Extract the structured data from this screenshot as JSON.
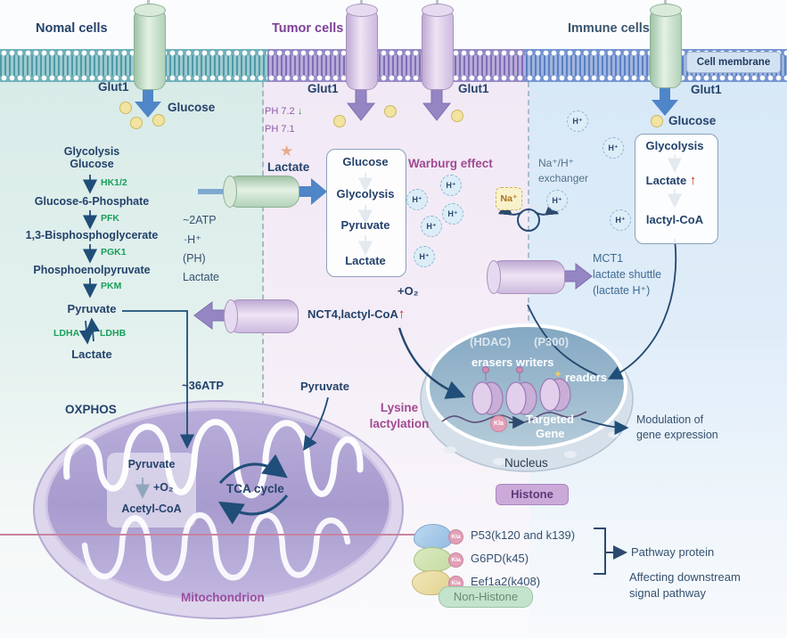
{
  "shared": {
    "glut1": "Glut1",
    "glucose": "Glucose",
    "lactate": "Lactate",
    "pyruvate": "Pyruvate",
    "hplus": "H⁺",
    "na": "Na⁺"
  },
  "icons": {
    "up_arrow": "↑",
    "down_arrow": "↓",
    "star": "★",
    "sparkle": "✦"
  },
  "headers": {
    "normal": "Nomal cells",
    "tumor": "Tumor cells",
    "immune": "Immune cells",
    "membrane": "Cell membrane"
  },
  "normal": {
    "glycolysis": "Glycolysis",
    "glucose": "Glucose",
    "hk": "HK1/2",
    "g6p": "Glucose-6-Phosphate",
    "pfk": "PFK",
    "bpg": "1,3-Bisphosphoglycerate",
    "pgk1": "PGK1",
    "pep": "Phosphoenolpyruvate",
    "pkm": "PKM",
    "ldha": "LDHA",
    "ldhb": "LDHB",
    "atp2": "~2ATP",
    "h": "·H⁺",
    "ph": "(PH)",
    "lactate": "Lactate",
    "oxphos": "OXPHOS",
    "atp36": "~36ATP",
    "mito_o2": "+O₂",
    "acetyl": "Acetyl-CoA",
    "tca": "TCA cycle",
    "mito": "Mitochondrion"
  },
  "tumor": {
    "ph72": "PH 7.2",
    "ph71": "PH 7.1",
    "warburg": "Warburg effect",
    "glycolysis": "Glycolysis",
    "o2": "+O₂",
    "nct4": "NCT4,lactyl-CoA",
    "lysine_l1": "Lysine",
    "lysine_l2": "lactylation",
    "exch_l1": "Na⁺/H⁺",
    "exch_l2": "exchanger"
  },
  "immune": {
    "glycolysis": "Glycolysis",
    "lactylcoa": "lactyl-CoA",
    "mct1": "MCT1",
    "shuttle": "lactate shuttle",
    "shuttle_sub": "(lactate  H⁺)"
  },
  "nucleus": {
    "hdac": "(HDAC)",
    "p300": "(P300)",
    "erasers": "erasers writers",
    "readers": "readers",
    "kla": "Kla",
    "targeted_l1": "Targeted",
    "targeted_l2": "Gene",
    "label": "Nucleus",
    "histone": "Histone",
    "modulation_l1": "Modulation of",
    "modulation_l2": "gene expression"
  },
  "legend": {
    "items": [
      {
        "label": "P53(k120 and k139)"
      },
      {
        "label": "G6PD(k45)"
      },
      {
        "label": "Eef1a2(k408)"
      }
    ],
    "kla": "Kla",
    "non_histone": "Non-Histone",
    "pathway_protein": "Pathway protein",
    "affect_l1": "Affecting downstream",
    "affect_l2": "signal pathway"
  },
  "colors": {
    "navy": "#24426b",
    "enzyme_green": "#18a05a",
    "purple": "#7d3f98",
    "mauve": "#a04a90",
    "red": "#c5281c",
    "blue_arrow": "#4e86c8",
    "purple_arrow": "#9486c2"
  }
}
